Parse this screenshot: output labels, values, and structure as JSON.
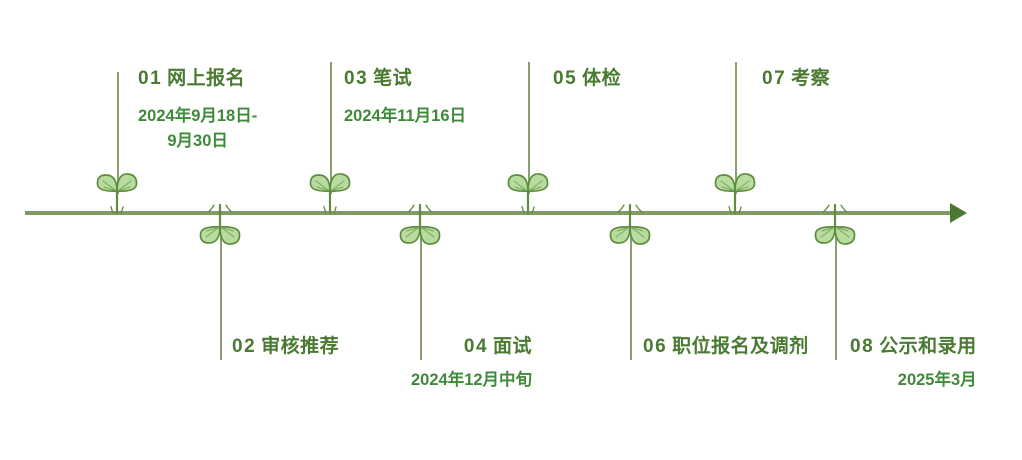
{
  "graphic": {
    "type": "timeline-infographic",
    "theme_colors": {
      "axis": "#7f9a63",
      "arrow": "#4a7a32",
      "connector": "#8aa06e",
      "heading_text": "#4a7a32",
      "date_text": "#3f8a3a",
      "leaf_fill": "#b8dba0",
      "leaf_stroke": "#5f8c3e",
      "background": "#ffffff"
    },
    "axis_direction": "left-to-right",
    "arrow_icon": "right-arrow-icon",
    "node_icon": "sprout-icon",
    "node_count": 8
  },
  "steps": [
    {
      "number": "01",
      "title": "网上报名",
      "date_line1": "2024年9月18日-",
      "date_line2": "9月30日",
      "position": "top",
      "sprout": "up"
    },
    {
      "number": "02",
      "title": "审核推荐",
      "date_line1": "",
      "date_line2": "",
      "position": "bottom",
      "sprout": "down"
    },
    {
      "number": "03",
      "title": "笔试",
      "date_line1": "2024年11月16日",
      "date_line2": "",
      "position": "top",
      "sprout": "up"
    },
    {
      "number": "04",
      "title": "面试",
      "date_line1": "2024年12月中旬",
      "date_line2": "",
      "position": "bottom",
      "sprout": "down"
    },
    {
      "number": "05",
      "title": "体检",
      "date_line1": "",
      "date_line2": "",
      "position": "top",
      "sprout": "up"
    },
    {
      "number": "06",
      "title": "职位报名及调剂",
      "date_line1": "",
      "date_line2": "",
      "position": "bottom",
      "sprout": "down"
    },
    {
      "number": "07",
      "title": "考察",
      "date_line1": "",
      "date_line2": "",
      "position": "top",
      "sprout": "up"
    },
    {
      "number": "08",
      "title": "公示和录用",
      "date_line1": "2025年3月",
      "date_line2": "",
      "position": "bottom",
      "sprout": "down"
    }
  ]
}
